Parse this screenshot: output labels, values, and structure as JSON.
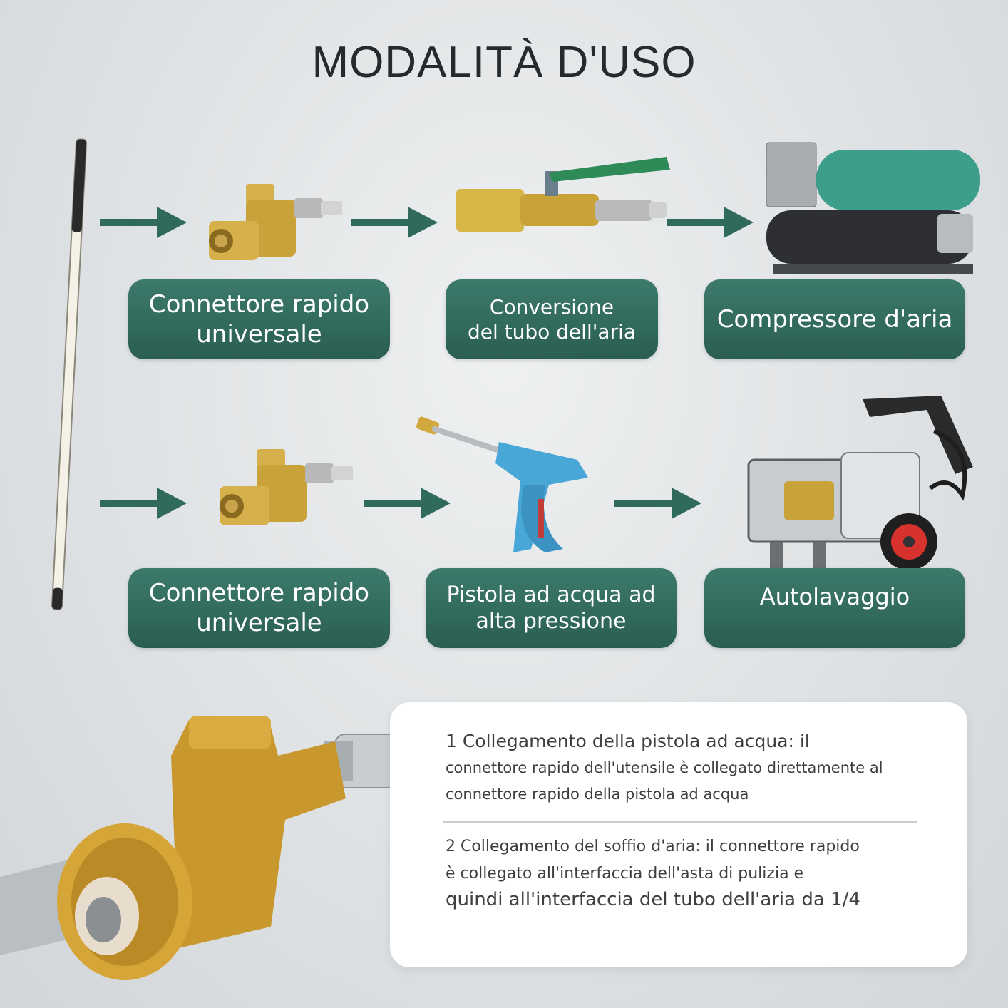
{
  "title": "MODALITÀ D'USO",
  "colors": {
    "label_green": "#2f6a5d",
    "arrow_green": "#2f6a5d",
    "brass": "#c9a23a",
    "gun_blue": "#49a7d8"
  },
  "row1": {
    "labels": [
      "Connettore rapido\nuniversale",
      "Conversione\ndel tubo dell'aria",
      "Compressore d'aria"
    ]
  },
  "row2": {
    "labels": [
      "Connettore rapido\nuniversale",
      "Pistola ad acqua ad\nalta pressione",
      "Autolavaggio"
    ]
  },
  "instructions": {
    "item1": {
      "line1": "1 Collegamento della pistola ad acqua: il",
      "line2": "connettore rapido dell'utensile è collegato direttamente al",
      "line3": "connettore rapido della pistola ad acqua"
    },
    "item2": {
      "line1": "2 Collegamento del soffio d'aria: il connettore rapido",
      "line2": "è collegato all'interfaccia dell'asta di pulizia e",
      "line3": "quindi all'interfaccia del tubo dell'aria da 1/4"
    }
  },
  "icons": [
    "cleaning-wand-icon",
    "arrow-right-icon",
    "quick-connector-icon",
    "air-hose-adapter-icon",
    "air-compressor-icon",
    "pressure-water-gun-icon",
    "pressure-washer-icon",
    "brass-swivel-connector-icon"
  ]
}
